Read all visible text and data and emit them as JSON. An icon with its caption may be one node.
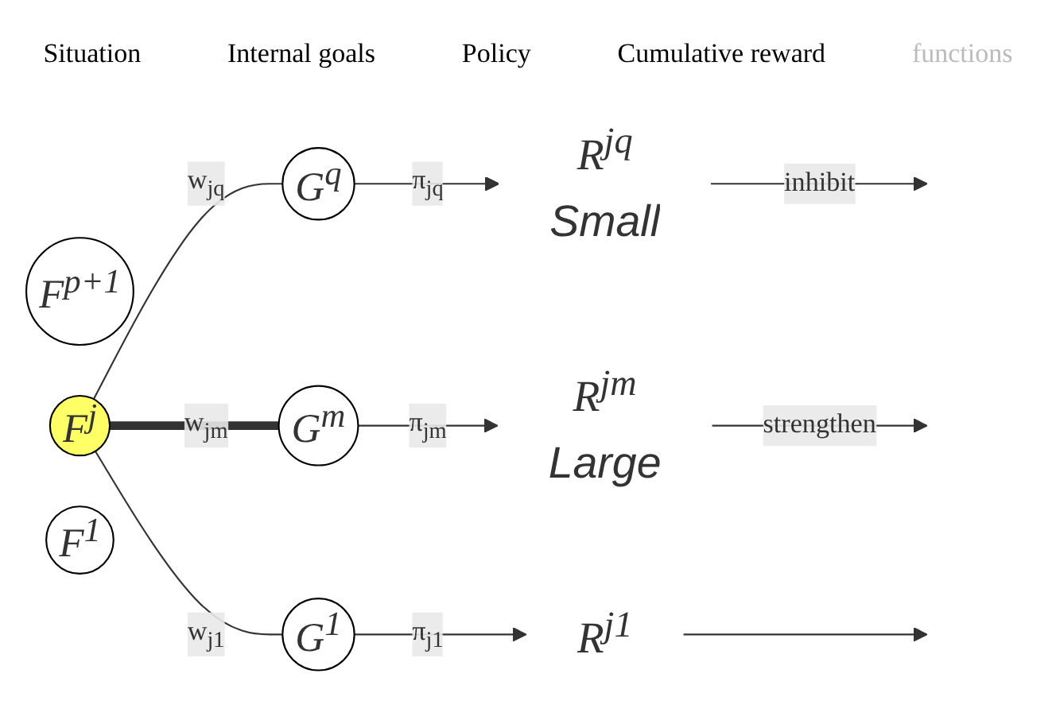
{
  "diagram": {
    "nodes": [
      {
        "text": [
          "F$^{p+1}$"
        ]
      },
      {
        "text": [
          "G$^{q}$"
        ]
      },
      {
        "text": [
          "R$^{jq}$"
        ],
        "beside": [
          "Small"
        ]
      },
      {
        "text": [
          "F$^{j}$"
        ]
      },
      {
        "text": [
          "G$^{m}$"
        ]
      },
      {
        "text": [
          "R$^{jm}$"
        ],
        "beside": [
          "Large"
        ]
      },
      {
        "text": [
          "F$^{1}$"
        ]
      },
      {
        "text": [
          "G$^{1}$"
        ]
      },
      {
        "text": [
          "R$^{j1}$"
        ]
      }
    ],
    "edges": [
      {
        "from": 3,
        "to": 1,
        "arrow": "none",
        "label": "w$_{jq}$"
      },
      {
        "from": 3,
        "to": 4,
        "arrow": "none",
        "label": "w$_{jm}$",
        "style": "thick"
      },
      {
        "from": 3,
        "to": 7,
        "arrow": "none",
        "label": "w$_{j1}$"
      },
      {
        "from": 1,
        "to": 2,
        "arrow": "to",
        "label": "π$_{jq}$"
      },
      {
        "from": 4,
        "to": 5,
        "arrow": "to",
        "label": "π$_{jm}$"
      },
      {
        "from": 7,
        "to": 8,
        "arrow": "to",
        "label": "π$_{j1}$"
      },
      {
        "from": 2,
        "to": null,
        "arrow": "to",
        "label": "inhibit"
      },
      {
        "from": 5,
        "to": null,
        "arrow": "to",
        "label": "strengthen"
      },
      {
        "from": 8,
        "to": null,
        "arrow": "to"
      }
    ],
    "labels": [
      "Situation",
      "Internal goals",
      "Policy",
      "Cumulative reward",
      "functions"
    ]
  }
}
